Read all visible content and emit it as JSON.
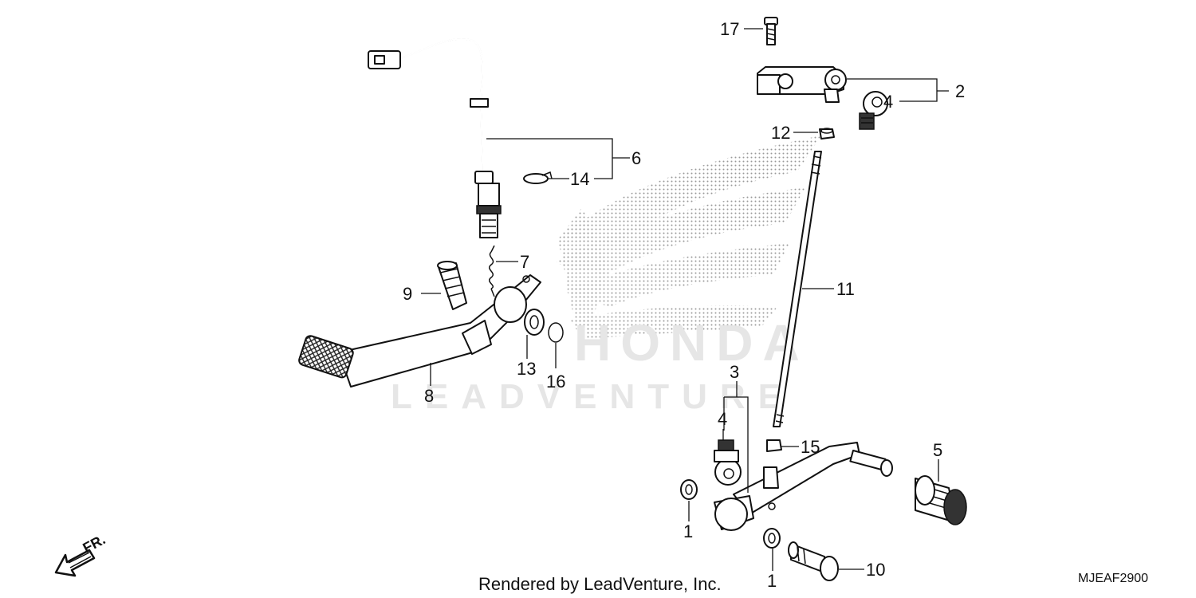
{
  "watermark": {
    "brand": "HONDA",
    "text": "LEADVENTURE"
  },
  "footer": {
    "credit": "Rendered by LeadVenture, Inc.",
    "diagram_code": "MJEAF2900"
  },
  "direction": {
    "label": "FR."
  },
  "callouts": {
    "c1a": "1",
    "c1b": "1",
    "c2": "2",
    "c3": "3",
    "c4a": "4",
    "c4b": "4",
    "c5": "5",
    "c6": "6",
    "c7": "7",
    "c8": "8",
    "c9": "9",
    "c10": "10",
    "c11": "11",
    "c12": "12",
    "c13": "13",
    "c14": "14",
    "c15": "15",
    "c16": "16",
    "c17": "17"
  }
}
